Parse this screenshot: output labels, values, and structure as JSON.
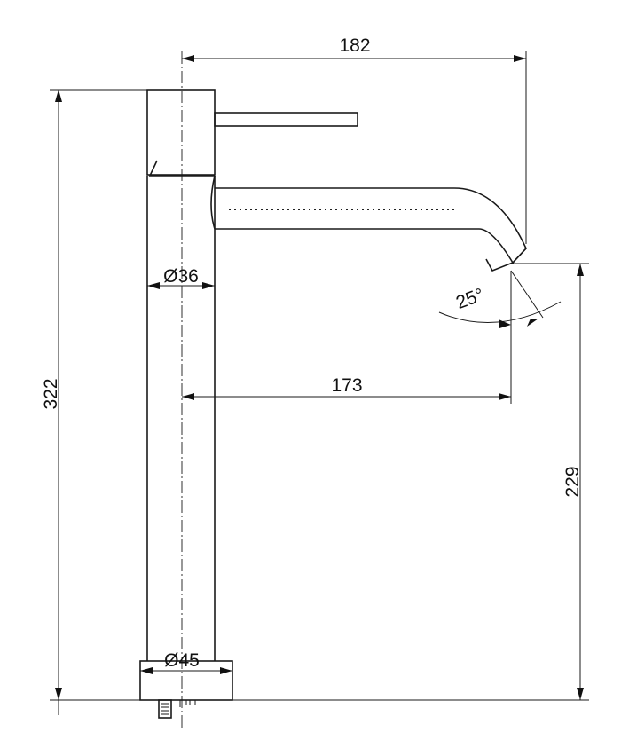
{
  "dimensions": {
    "total_reach": "182",
    "spout_reach": "173",
    "total_height": "322",
    "spout_height": "229",
    "body_diameter": "Ø36",
    "base_diameter": "Ø45",
    "spout_angle": "25°"
  }
}
